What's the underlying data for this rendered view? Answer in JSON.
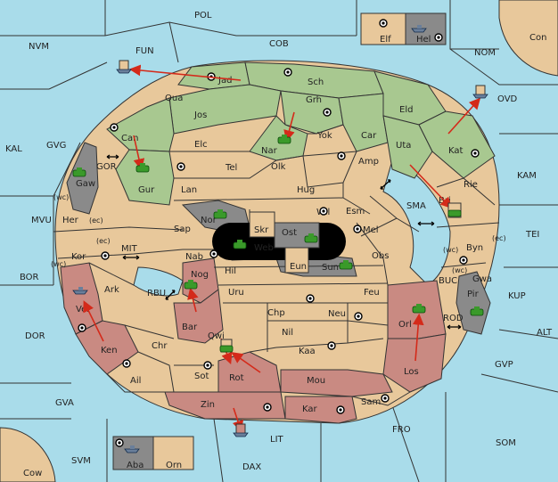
{
  "colors": {
    "sea": "#a9dcea",
    "neutral": "#e8c89b",
    "green_power": "#a8c890",
    "red_power": "#c98a82",
    "grey_power": "#8a8a8a",
    "impassable": "#000000",
    "order_arrow": "#d42a1a",
    "army": "#3a9a2a",
    "fleet": "#6a7f9a"
  },
  "sea_regions": {
    "pol": "POL",
    "nvm": "NVM",
    "fun": "FUN",
    "cob": "COB",
    "nom": "NOM",
    "con": "Con",
    "ovd": "OVD",
    "kal": "KAL",
    "gvg": "GVG",
    "gor": "GOR",
    "kam": "KAM",
    "sma": "SMA",
    "mvu": "MVU",
    "mit": "MIT",
    "tei": "TEI",
    "bor": "BOR",
    "rbu": "RBU",
    "buc": "BUC",
    "kup": "KUP",
    "rod": "ROD",
    "dor": "DOR",
    "alt": "ALT",
    "gvp": "GVP",
    "gva": "GVA",
    "fro": "FRO",
    "lit": "LIT",
    "som": "SOM",
    "svm": "SVM",
    "dax": "DAX",
    "cow": "Cow"
  },
  "provinces": {
    "jad": "Jad",
    "sch": "Sch",
    "qua": "Qua",
    "jos": "Jos",
    "grh": "Grh",
    "eld": "Eld",
    "can": "Can",
    "yok": "Yok",
    "car": "Car",
    "elc": "Elc",
    "nar": "Nar",
    "uta": "Uta",
    "kat": "Kat",
    "gaw": "Gaw",
    "tel": "Tel",
    "olk": "Olk",
    "amp": "Amp",
    "gur": "Gur",
    "lan": "Lan",
    "hug": "Hug",
    "bri": "Bri",
    "rie": "Rie",
    "her": "Her",
    "wil": "Wil",
    "esm": "Esm",
    "nor": "Nor",
    "skr": "Skr",
    "sap": "Sap",
    "ost": "Ost",
    "web": "Web",
    "mel": "Mel",
    "byn": "Byn",
    "kor": "Kor",
    "nab": "Nab",
    "eun": "Eun",
    "obs": "Obs",
    "sun": "Sun",
    "hil": "Hil",
    "gwa": "Gwa",
    "nog": "Nog",
    "ark": "Ark",
    "uru": "Uru",
    "feu": "Feu",
    "pir": "Pir",
    "ver": "Ver",
    "chp": "Chp",
    "neu": "Neu",
    "orl": "Orl",
    "bar": "Bar",
    "nil": "Nil",
    "ken": "Ken",
    "qwi": "Qwi",
    "chr": "Chr",
    "kaa": "Kaa",
    "los": "Los",
    "ail": "Ail",
    "sot": "Sot",
    "rot": "Rot",
    "mou": "Mou",
    "sam": "Sam",
    "zin": "Zin",
    "kar": "Kar",
    "elf": "Elf",
    "hel": "Hel",
    "aba": "Aba",
    "orn": "Orn"
  },
  "coast_tags": {
    "wc": "(wc)",
    "ec": "(ec)"
  }
}
